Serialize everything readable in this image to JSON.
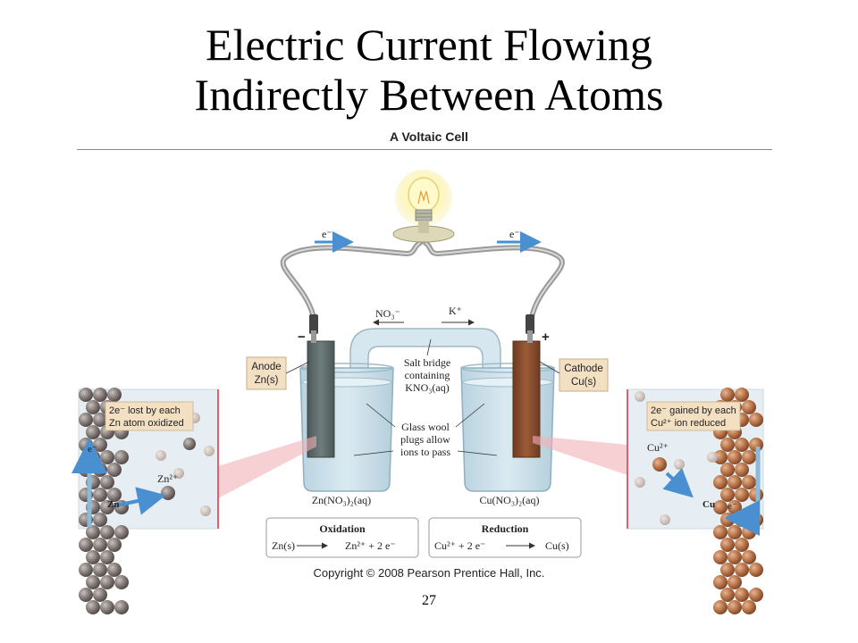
{
  "slide": {
    "title_line1": "Electric Current Flowing",
    "title_line2": "Indirectly Between Atoms",
    "figure_title": "A Voltaic Cell",
    "copyright": "Copyright © 2008 Pearson Prentice Hall, Inc.",
    "page_number": "27"
  },
  "diagram": {
    "electron_left": "e⁻",
    "electron_right": "e⁻",
    "ion_no3": "NO₃⁻",
    "ion_k": "K⁺",
    "minus_sign": "−",
    "plus_sign": "+",
    "anode_label_line1": "Anode",
    "anode_label_line2": "Zn(s)",
    "cathode_label_line1": "Cathode",
    "cathode_label_line2": "Cu(s)",
    "salt_bridge_line1": "Salt bridge",
    "salt_bridge_line2": "containing",
    "salt_bridge_line3": "KNO₃(aq)",
    "glass_wool_line1": "Glass wool",
    "glass_wool_line2": "plugs allow",
    "glass_wool_line3": "ions to pass",
    "left_solution": "Zn(NO₃)₂(aq)",
    "right_solution": "Cu(NO₃)₂(aq)",
    "left_inset_line1": "2e⁻ lost by each",
    "left_inset_line2": "Zn atom oxidized",
    "left_inset_ion": "Zn²⁺",
    "left_inset_atom": "Zn",
    "left_inset_e": "e⁻",
    "right_inset_line1": "2e⁻ gained by each",
    "right_inset_line2": "Cu²⁺ ion reduced",
    "right_inset_ion": "Cu²⁺",
    "right_inset_atom": "Cu",
    "right_inset_e": "e⁻",
    "oxidation_title": "Oxidation",
    "oxidation_eq_left": "Zn(s)",
    "oxidation_eq_right": "Zn²⁺ + 2 e⁻",
    "reduction_title": "Reduction",
    "reduction_eq_left": "Cu²⁺ + 2 e⁻",
    "reduction_eq_right": "Cu(s)"
  },
  "colors": {
    "electron_arrow": "#4a90d0",
    "zinc_electrode": "#5d6b6a",
    "copper_electrode": "#8a4e2e",
    "solution": "#c7dde8",
    "salt_bridge": "#d7e7ef",
    "inset_accent": "#e06070"
  }
}
